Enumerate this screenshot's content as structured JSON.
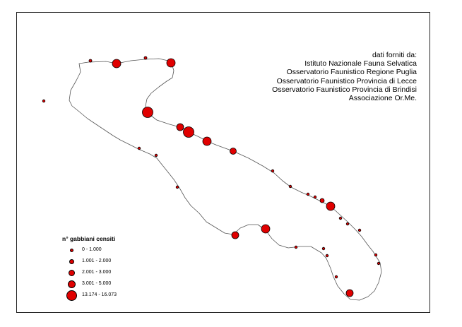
{
  "credits": {
    "heading": "dati forniti da:",
    "sources": [
      "Istituto Nazionale Fauna Selvatica",
      "Osservatorio Faunistico Regione Puglia",
      "Osservatorio Faunistico Provincia di Lecce",
      "Osservatorio Faunistico Provincia di Brindisi",
      "Associazione Or.Me."
    ]
  },
  "legend": {
    "title": "n° gabbiani censiti",
    "classes": [
      {
        "label": "0 - 1.000"
      },
      {
        "label": "1.001 - 2.000"
      },
      {
        "label": "2.001 - 3.000"
      },
      {
        "label": "3.001 - 5.000"
      },
      {
        "label": "13.174 - 16.073"
      }
    ]
  },
  "colors": {
    "symbol_fill": "#e00000",
    "symbol_stroke": "#000000",
    "coastline": "#555555",
    "frame": "#222222"
  }
}
